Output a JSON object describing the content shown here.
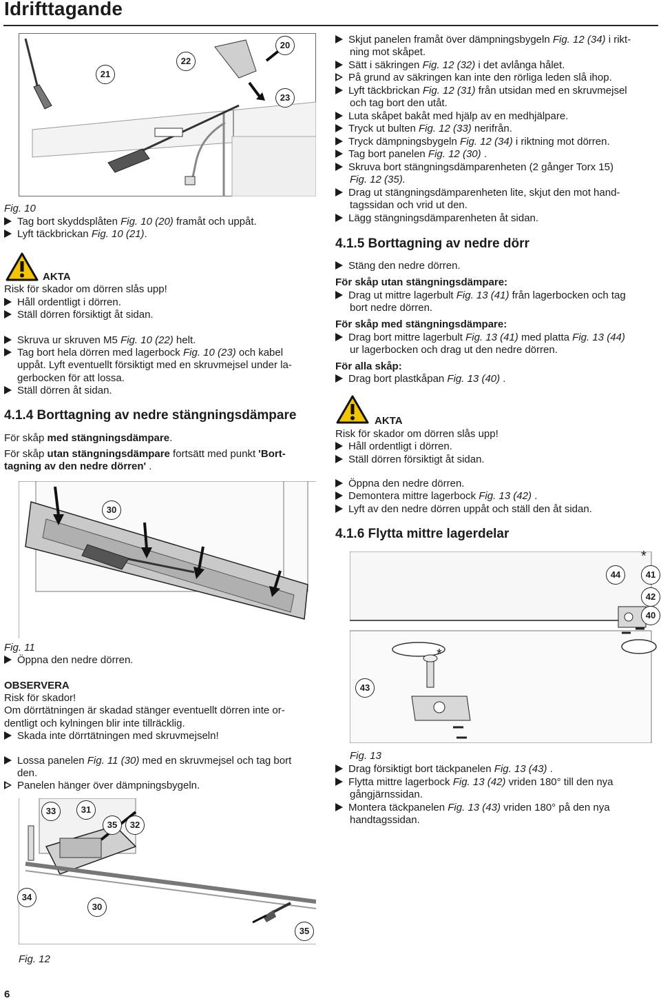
{
  "page": {
    "title": "Idrifttagande",
    "number": "6"
  },
  "fig10": {
    "callouts": [
      "21",
      "22",
      "20",
      "23"
    ],
    "caption": "Fig. 10",
    "steps": [
      [
        "Tag bort skyddsplåten ",
        "Fig. 10 (20)",
        " framåt och uppåt."
      ],
      [
        "Lyft täckbrickan ",
        "Fig. 10 (21)",
        "."
      ]
    ]
  },
  "warning1": {
    "title": "AKTA",
    "text": "Risk för skador om dörren slås upp!",
    "steps": [
      "Håll ordentligt i dörren.",
      "Ställ dörren försiktigt åt sidan."
    ]
  },
  "left_steps": {
    "s1": [
      "Skruva ur skruven M5 ",
      "Fig. 10 (22)",
      " helt."
    ],
    "s2a": [
      "Tag bort hela dörren med lagerbock ",
      "Fig. 10 (23)",
      " och kabel"
    ],
    "s2b": "uppåt. Lyft eventuellt försiktigt med en skruvmejsel under la-",
    "s2c": "gerbocken för att lossa.",
    "s3": "Ställ dörren åt sidan."
  },
  "section414": {
    "heading": "4.1.4 Borttagning av nedre stängningsdämpare",
    "p1_pre": "För skåp ",
    "p1_bold": "med stängningsdämpare",
    "p1_post": ".",
    "p2_pre": "För skåp ",
    "p2_bold1": "utan stängningsdämpare",
    "p2_mid": " fortsätt med punkt ",
    "p2_bold2": "'Bort-",
    "p2_line2_bold": "tagning av den nedre dörren'",
    "p2_line2_post": " ."
  },
  "fig11": {
    "callouts": [
      "30"
    ],
    "caption": "Fig. 11",
    "step": "Öppna den nedre dörren."
  },
  "notice": {
    "title": "OBSERVERA",
    "l1": "Risk för skador!",
    "l2": "Om dörrtätningen är skadad stänger eventuellt dörren inte or-",
    "l3": "dentligt och kylningen blir inte tillräcklig.",
    "step": "Skada inte dörrtätningen med skruvmejseln!"
  },
  "left_steps2": {
    "s1": [
      "Lossa panelen ",
      "Fig. 11 (30)",
      " med en skruvmejsel och tag bort"
    ],
    "s1b": "den.",
    "r1": "Panelen hänger över dämpningsbygeln."
  },
  "fig12": {
    "callouts": [
      "33",
      "31",
      "35",
      "32",
      "34",
      "30",
      "35"
    ],
    "caption": "Fig. 12"
  },
  "right_steps": {
    "r1a": [
      "Skjut panelen framåt över dämpningsbygeln ",
      "Fig. 12 (34)",
      " i rikt-"
    ],
    "r1b": "ning mot skåpet.",
    "r2": [
      "Sätt i säkringen ",
      "Fig. 12 (32)",
      " i det avlånga hålet."
    ],
    "r3": "På grund av säkringen kan inte den rörliga leden slå ihop.",
    "r4a": [
      "Lyft täckbrickan ",
      "Fig. 12 (31)",
      " från utsidan med en skruvmejsel"
    ],
    "r4b": "och tag bort den utåt.",
    "r5": "Luta skåpet bakåt med hjälp av en medhjälpare.",
    "r6": [
      "Tryck ut bulten ",
      "Fig. 12 (33)",
      " nerifrån."
    ],
    "r7": [
      "Tryck dämpningsbygeln ",
      "Fig. 12 (34)",
      " i riktning mot dörren."
    ],
    "r8": [
      "Tag bort panelen ",
      "Fig. 12 (30)",
      " ."
    ],
    "r9a": "Skruva bort stängningsdämparenheten (2 gånger Torx 15)",
    "r9b": "Fig. 12 (35).",
    "r10a": "Drag ut stängningsdämparenheten lite, skjut den mot hand-",
    "r10b": "tagssidan och vrid ut den.",
    "r11": "Lägg stängningsdämparenheten åt sidan."
  },
  "section415": {
    "heading": "4.1.5 Borttagning av nedre dörr",
    "s1": "Stäng den nedre dörren.",
    "h_utan": "För skåp utan stängningsdämpare:",
    "s2a": [
      "Drag ut mittre lagerbult ",
      "Fig. 13 (41)",
      " från lagerbocken och tag"
    ],
    "s2b": "bort nedre dörren.",
    "h_med": "För skåp med stängningsdämpare:",
    "s3a": [
      "Drag bort mittre lagerbult ",
      "Fig. 13 (41)",
      " med platta ",
      "Fig. 13 (44)"
    ],
    "s3b": "ur lagerbocken och drag ut den nedre dörren.",
    "h_alla": "För alla skåp:",
    "s4": [
      "Drag bort plastkåpan ",
      "Fig. 13 (40)",
      " ."
    ]
  },
  "warning2": {
    "title": "AKTA",
    "text": "Risk för skador om dörren slås upp!",
    "steps": [
      "Håll ordentligt i dörren.",
      "Ställ dörren försiktigt åt sidan."
    ]
  },
  "right_steps2": {
    "s1": "Öppna den nedre dörren.",
    "s2": [
      "Demontera mittre lagerbock ",
      "Fig. 13 (42)",
      " ."
    ],
    "s3": "Lyft av den nedre dörren uppåt och ställ den åt sidan."
  },
  "section416": {
    "heading": "4.1.6 Flytta mittre lagerdelar"
  },
  "fig13": {
    "callouts": [
      "44",
      "41",
      "42",
      "40",
      "43"
    ],
    "star": "*",
    "caption": "Fig. 13",
    "s1": [
      "Drag försiktigt bort täckpanelen ",
      "Fig. 13 (43)",
      " ."
    ],
    "s2a": [
      "Flytta mittre lagerbock ",
      "Fig. 13 (42)",
      " vriden 180° till den nya"
    ],
    "s2b": "gångjärnssidan.",
    "s3a": [
      "Montera täckpanelen ",
      "Fig. 13 (43)",
      " vriden 180° på den nya"
    ],
    "s3b": "handtagssidan."
  },
  "colors": {
    "text": "#1b1b1b",
    "warning_yellow": "#f2c500"
  }
}
